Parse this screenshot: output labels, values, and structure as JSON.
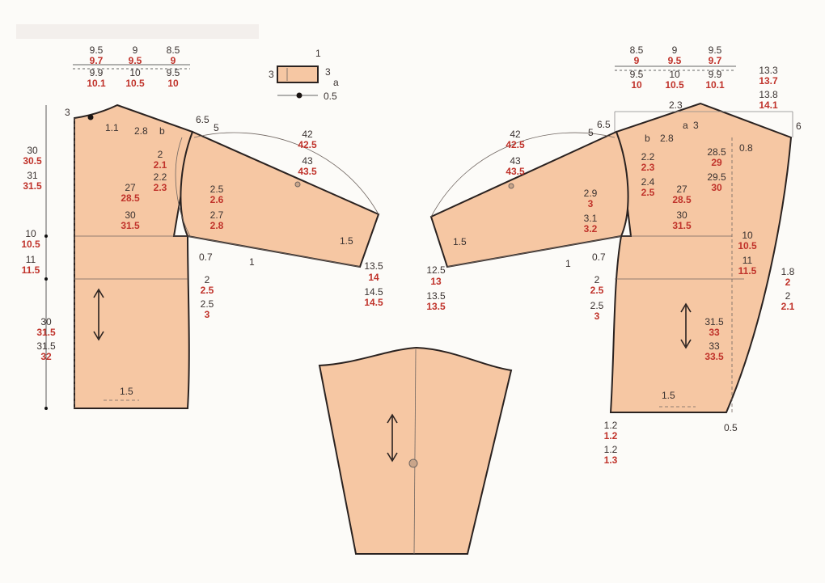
{
  "colors": {
    "background": "#fcfbf8",
    "fabric": "#f6c7a3",
    "outline": "#2a2220",
    "base_size_text": "#3a3230",
    "larger_size_text": "#c0322a"
  },
  "icons": [
    "grainline-arrow-icon",
    "notch-mark-icon",
    "dimension-dot-icon"
  ],
  "back": {
    "top_widths": [
      [
        "9.5",
        "9.7",
        "9.9",
        "10.1"
      ],
      [
        "9",
        "9.5",
        "10",
        "10.5"
      ],
      [
        "8.5",
        "9",
        "9.5",
        "10"
      ]
    ],
    "neck_depth": "3",
    "neck_curve": "1.1",
    "shoulder_point": "2.8",
    "point_b": "b",
    "shoulder_drop": "6.5",
    "shoulder_notch": "5",
    "armhole_depth": [
      "30",
      "30.5",
      "31",
      "31.5"
    ],
    "waist_depth": [
      "10",
      "10.5",
      "11",
      "11.5"
    ],
    "hem_depth": [
      "30",
      "31.5",
      "31.5",
      "32"
    ],
    "armhole_front": [
      "2",
      "2.1",
      "2.2",
      "2.3"
    ],
    "armhole_curve": [
      "27",
      "28.5",
      "30",
      "31.5"
    ],
    "armhole_back": [
      "2.5",
      "2.6",
      "2.7",
      "2.8"
    ],
    "side_shift": "0.7",
    "side_extension": [
      "2",
      "2.5",
      "2.5",
      "3"
    ],
    "hem_curve": "1.5"
  },
  "collar": {
    "height": "3",
    "tab": "1",
    "end": "3",
    "point_a": "a",
    "extension": "0.5"
  },
  "sleeve_back": {
    "length": [
      "42",
      "42.5",
      "43",
      "43.5"
    ],
    "cuff_curve": "1.5",
    "underarm": "1",
    "cuff_width": [
      "13.5",
      "14",
      "14.5",
      "14.5"
    ]
  },
  "front": {
    "top_widths": [
      [
        "8.5",
        "9",
        "9.5",
        "10"
      ],
      [
        "9",
        "9.5",
        "10",
        "10.5"
      ],
      [
        "9.5",
        "9.7",
        "9.9",
        "10.1"
      ]
    ],
    "neck_width": [
      "13.3",
      "13.7",
      "13.8",
      "14.1"
    ],
    "neck_depth": "2.3",
    "point_a": "a",
    "neck_offset": "3",
    "shoulder_drop": "6.5",
    "shoulder_notch": "5",
    "point_b": "b",
    "shoulder_point": "2.8",
    "edge_extension": "6",
    "front_edge": [
      "28.5",
      "29",
      "29.5",
      "30"
    ],
    "front_curve": "0.8",
    "armhole_front": [
      "2.2",
      "2.3",
      "2.4",
      "2.5"
    ],
    "armhole_curve": [
      "27",
      "28.5",
      "30",
      "31.5"
    ],
    "armhole_back": [
      "2.9",
      "3",
      "3.1",
      "3.2"
    ],
    "waist_depth": [
      "10",
      "10.5",
      "11",
      "11.5"
    ],
    "waist_shift": [
      "1.8",
      "2",
      "2",
      "2.1"
    ],
    "side_shift": "0.7",
    "side_extension": [
      "2",
      "2.5",
      "2.5",
      "3"
    ],
    "hem_depth": [
      "31.5",
      "33",
      "33",
      "33.5"
    ],
    "hem_curve": "1.5",
    "hem_offset": "0.5",
    "hem_drop": [
      "1.2",
      "1.2",
      "1.2",
      "1.3"
    ]
  },
  "sleeve_front": {
    "length": [
      "42",
      "42.5",
      "43",
      "43.5"
    ],
    "cuff_curve": "1.5",
    "underarm": "1",
    "cuff_width": [
      "12.5",
      "13",
      "13.5",
      "13.5"
    ]
  }
}
